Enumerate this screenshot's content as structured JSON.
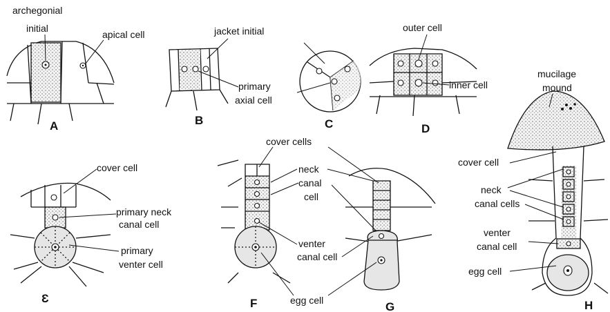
{
  "labels": {
    "archegonial_initial_1": "archegonial",
    "archegonial_initial_2": "initial",
    "apical_cell": "apical cell",
    "jacket_initial": "jacket initial",
    "primary_axial_cell_1": "primary",
    "primary_axial_cell_2": "axial cell",
    "outer_cell": "outer cell",
    "inner_cell": "inner cell",
    "mucilage_mound_1": "mucilage",
    "mucilage_mound_2": "mound",
    "cover_cell_E": "cover cell",
    "primary_neck_canal_cell_1": "primary neck",
    "primary_neck_canal_cell_2": "canal cell",
    "primary_venter_cell_1": "primary",
    "primary_venter_cell_2": "venter cell",
    "cover_cells": "cover cells",
    "neck_canal_cell_FG_1": "neck",
    "neck_canal_cell_FG_2": "canal",
    "neck_canal_cell_FG_3": "cell",
    "venter_canal_cell_FG_1": "venter",
    "venter_canal_cell_FG_2": "canal cell",
    "egg_cell_FG": "egg cell",
    "cover_cell_H": "cover cell",
    "neck_canal_cells_H_1": "neck",
    "neck_canal_cells_H_2": "canal cells",
    "venter_canal_cell_H_1": "venter",
    "venter_canal_cell_H_2": "canal cell",
    "egg_cell_H": "egg cell"
  },
  "panels": {
    "A": "A",
    "B": "B",
    "C": "C",
    "D": "D",
    "E": "Ɛ",
    "F": "F",
    "G": "G",
    "H": "H"
  }
}
